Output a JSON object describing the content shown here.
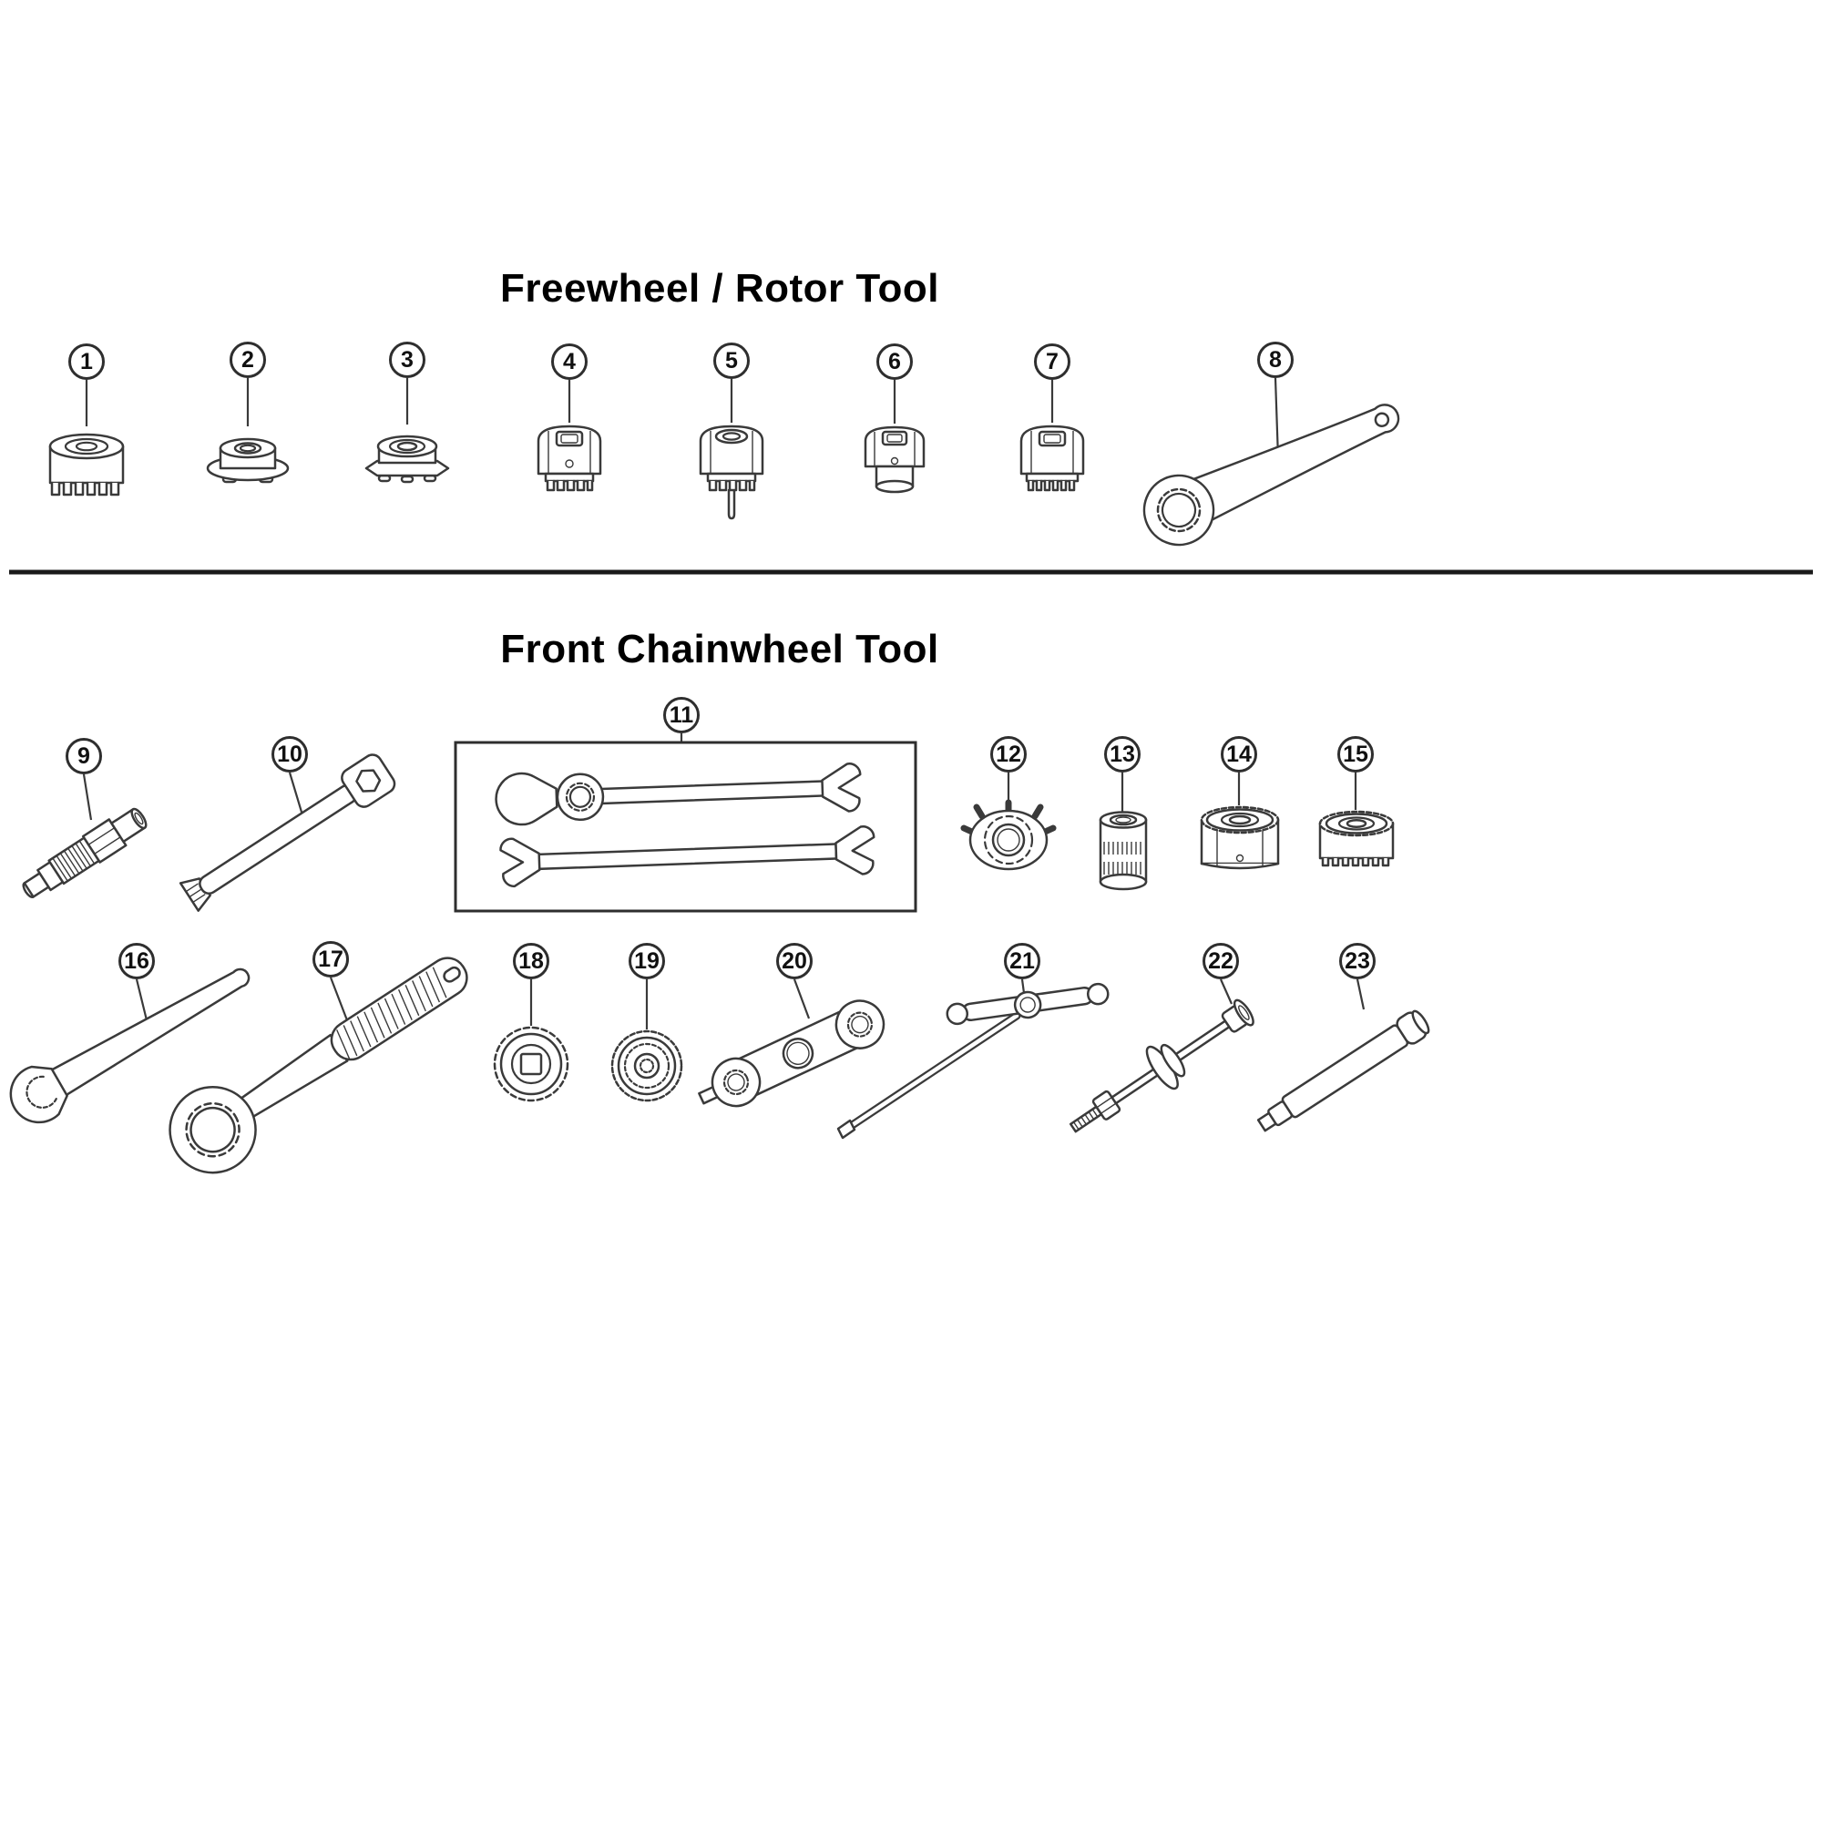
{
  "colors": {
    "line": "#3a3a3a",
    "divider": "#1a1a1a",
    "text": "#000000",
    "background": "#ffffff"
  },
  "sections": [
    {
      "title": "Freewheel / Rotor Tool",
      "items": [
        {
          "number": "1",
          "tool": "splined-freewheel-remover"
        },
        {
          "number": "2",
          "tool": "flanged-lockring-nut"
        },
        {
          "number": "3",
          "tool": "hex-flanged-lockring-tool"
        },
        {
          "number": "4",
          "tool": "cassette-lockring-tool"
        },
        {
          "number": "5",
          "tool": "cassette-lockring-tool-with-guide-pin"
        },
        {
          "number": "6",
          "tool": "rotor-lockring-tool"
        },
        {
          "number": "7",
          "tool": "splined-lockring-tool"
        },
        {
          "number": "8",
          "tool": "lockring-spanner-wrench"
        }
      ]
    },
    {
      "title": "Front Chainwheel Tool",
      "items": [
        {
          "number": "9",
          "tool": "crank-extractor"
        },
        {
          "number": "10",
          "tool": "fixing-bolt-wrench"
        },
        {
          "number": "11",
          "tool": "hub-cone-wrench-set"
        },
        {
          "number": "12",
          "tool": "splined-cup-tool"
        },
        {
          "number": "13",
          "tool": "socket-tool"
        },
        {
          "number": "14",
          "tool": "bottom-bracket-cup-tool"
        },
        {
          "number": "15",
          "tool": "bottom-bracket-cup-tool-short"
        },
        {
          "number": "16",
          "tool": "hook-wrench"
        },
        {
          "number": "17",
          "tool": "bottom-bracket-ring-wrench"
        },
        {
          "number": "18",
          "tool": "chainring-nut-tool"
        },
        {
          "number": "19",
          "tool": "crank-arm-cap-tool"
        },
        {
          "number": "20",
          "tool": "double-box-end-wrench"
        },
        {
          "number": "21",
          "tool": "t-handle-hex-wrench"
        },
        {
          "number": "22",
          "tool": "crank-installation-tool"
        },
        {
          "number": "23",
          "tool": "tool-handle"
        }
      ]
    }
  ]
}
